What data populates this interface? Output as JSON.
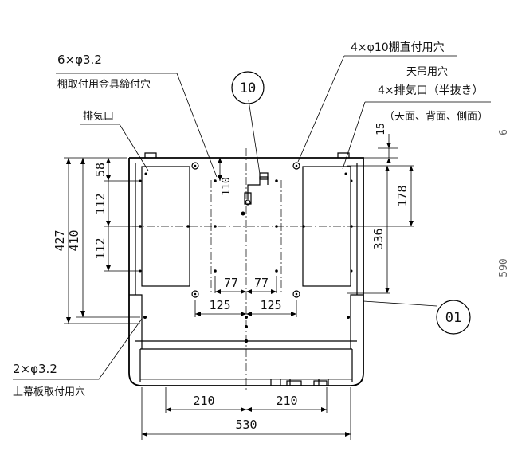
{
  "labels": {
    "hole_spec_top_left": "6×φ3.2",
    "shelf_bracket_holes": "棚取付用金具締付穴",
    "exhaust_port": "排気口",
    "shelf_direct_holes": "4×φ10棚直付用穴",
    "ceiling_hang_holes": "天吊用穴",
    "exhaust_spec": "4×排気口（半抜き）",
    "exhaust_sides": "（天面、背面、側面）",
    "hole_spec_bottom_left": "2×φ3.2",
    "curtain_board_holes": "上幕板取付用穴"
  },
  "callouts": {
    "part_10": "10",
    "part_01": "01"
  },
  "dimensions": {
    "d427": "427",
    "d410": "410",
    "d58": "58",
    "d112a": "112",
    "d112b": "112",
    "d110": "110",
    "d15": "15",
    "d178": "178",
    "d336": "336",
    "d77a": "77",
    "d77b": "77",
    "d125a": "125",
    "d125b": "125",
    "d210a": "210",
    "d210b": "210",
    "d530": "530",
    "edge_top": "6",
    "edge_bottom": "590"
  }
}
